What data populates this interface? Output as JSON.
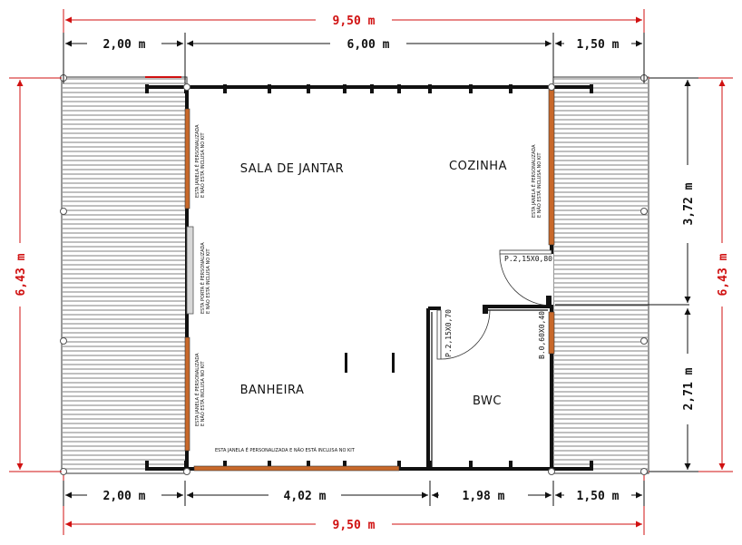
{
  "plan": {
    "rooms": {
      "dining": "SALA DE JANTAR",
      "kitchen": "COZINHA",
      "bath": "BANHEIRA",
      "wc": "BWC"
    },
    "dimensions": {
      "top_total": "9,50 m",
      "top_left": "2,00 m",
      "top_mid": "6,00 m",
      "top_right": "1,50 m",
      "bottom_left": "2,00 m",
      "bottom_mid1": "4,02 m",
      "bottom_mid2": "1,98 m",
      "bottom_right": "1,50 m",
      "bottom_total": "9,50 m",
      "left_height": "6,43 m",
      "right_height": "6,43 m",
      "right_upper": "3,72 m",
      "right_lower": "2,71 m"
    },
    "doors": {
      "kitchen": "P.2,15X0,80",
      "bath": "P.2,15X0,70",
      "wc_window": "B.0,60X0,40"
    },
    "notes": {
      "window_line1": "ESTA JANELA É PERSONALIZADA",
      "window_line2": "E NÃO ESTÁ INCLUSA NO KIT",
      "door_line1": "ESTA PORTA É PERSONALIZADA",
      "door_line2": "E NÃO ESTÁ INCLUSA NO KIT",
      "bottom_window": "ESTA JANELA É PERSONALIZADA E NÃO ESTÁ INCLUSA NO KIT"
    },
    "colors": {
      "dimension_red": "#d01010",
      "wall": "#111111",
      "window_frame": "#c8682a",
      "deck_line": "#555555"
    }
  }
}
